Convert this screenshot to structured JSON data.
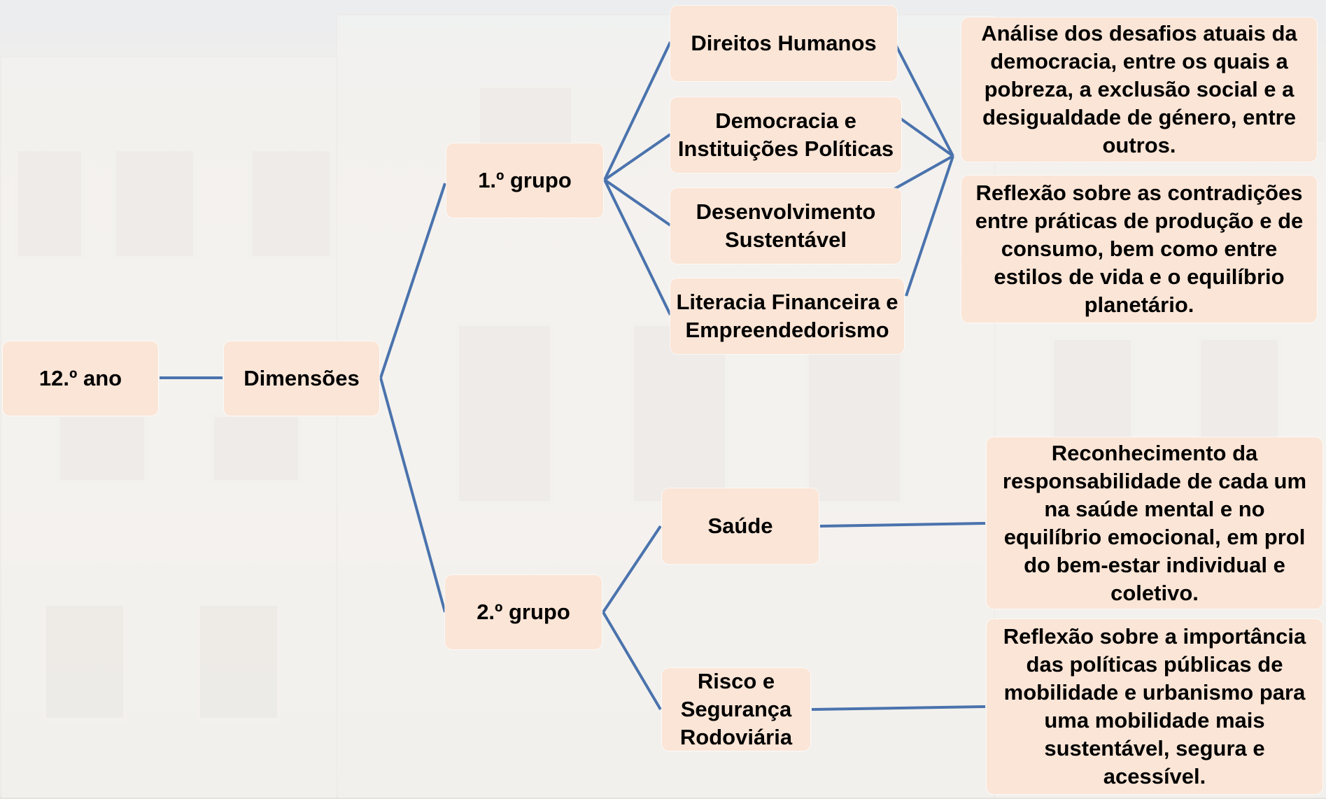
{
  "diagram": {
    "root": {
      "label": "12.º ano"
    },
    "dimensions": {
      "label": "Dimensões"
    },
    "group1": {
      "label": "1.º grupo",
      "items": [
        {
          "label": "Direitos Humanos"
        },
        {
          "label": "Democracia e Instituições Políticas"
        },
        {
          "label": "Desenvolvimento Sustentável"
        },
        {
          "label": "Literacia Financeira e Empreendedorismo"
        }
      ],
      "descriptions": [
        {
          "text": "Análise dos desafios atuais da democracia, entre os quais a pobreza, a exclusão social e a desigualdade de género, entre outros."
        },
        {
          "text": "Reflexão sobre as contradições entre práticas de produção e de consumo, bem como entre estilos de vida e o equilíbrio planetário."
        }
      ]
    },
    "group2": {
      "label": "2.º grupo",
      "items": [
        {
          "label": "Saúde"
        },
        {
          "label": "Risco e Segurança Rodoviária"
        }
      ],
      "descriptions": [
        {
          "text": "Reconhecimento da responsabilidade de cada um na saúde mental e no equilíbrio emocional, em prol do bem-estar individual e coletivo."
        },
        {
          "text": "Reflexão sobre a importância das políticas públicas de mobilidade e urbanismo para uma mobilidade mais sustentável, segura e acessível."
        }
      ]
    }
  },
  "colors": {
    "node_fill": "#fbe5d6",
    "connector": "#4a73ad"
  }
}
